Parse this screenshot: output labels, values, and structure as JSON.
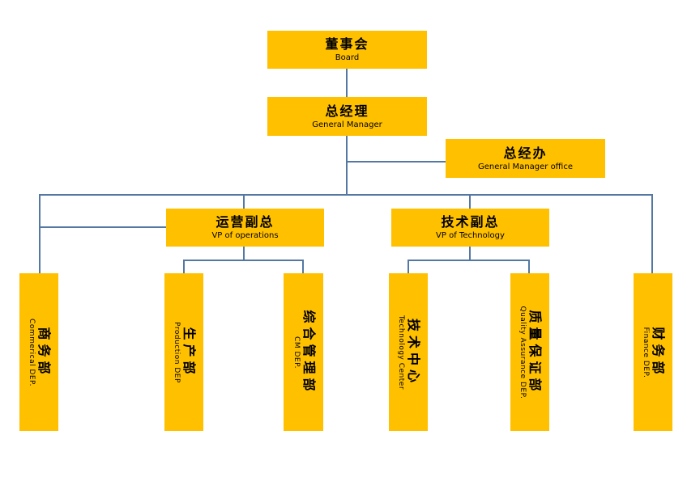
{
  "style": {
    "box_fill": "#FFC000",
    "line_color": "#5578A3",
    "text_color": "#000000",
    "background": "#FFFFFF"
  },
  "org": {
    "board": {
      "zh": "董事会",
      "en": "Board"
    },
    "general_manager": {
      "zh": "总经理",
      "en": "General Manager"
    },
    "gm_office": {
      "zh": "总经办",
      "en": "General Manager office"
    },
    "vp_operations": {
      "zh": "运营副总",
      "en": "VP of operations"
    },
    "vp_technology": {
      "zh": "技术副总",
      "en": "VP of Technology"
    },
    "departments": {
      "commercial": {
        "zh": "商务部",
        "en": "Commerical DEP."
      },
      "production": {
        "zh": "生产部",
        "en": "Production DEP"
      },
      "cm": {
        "zh": "综合管理部",
        "en": "CM DEP."
      },
      "technology_center": {
        "zh": "技术中心",
        "en": "Technology Center"
      },
      "quality_assurance": {
        "zh": "质量保证部",
        "en": "Quality Assurance DEP."
      },
      "finance": {
        "zh": "财务部",
        "en": "Finance DEP."
      }
    }
  }
}
